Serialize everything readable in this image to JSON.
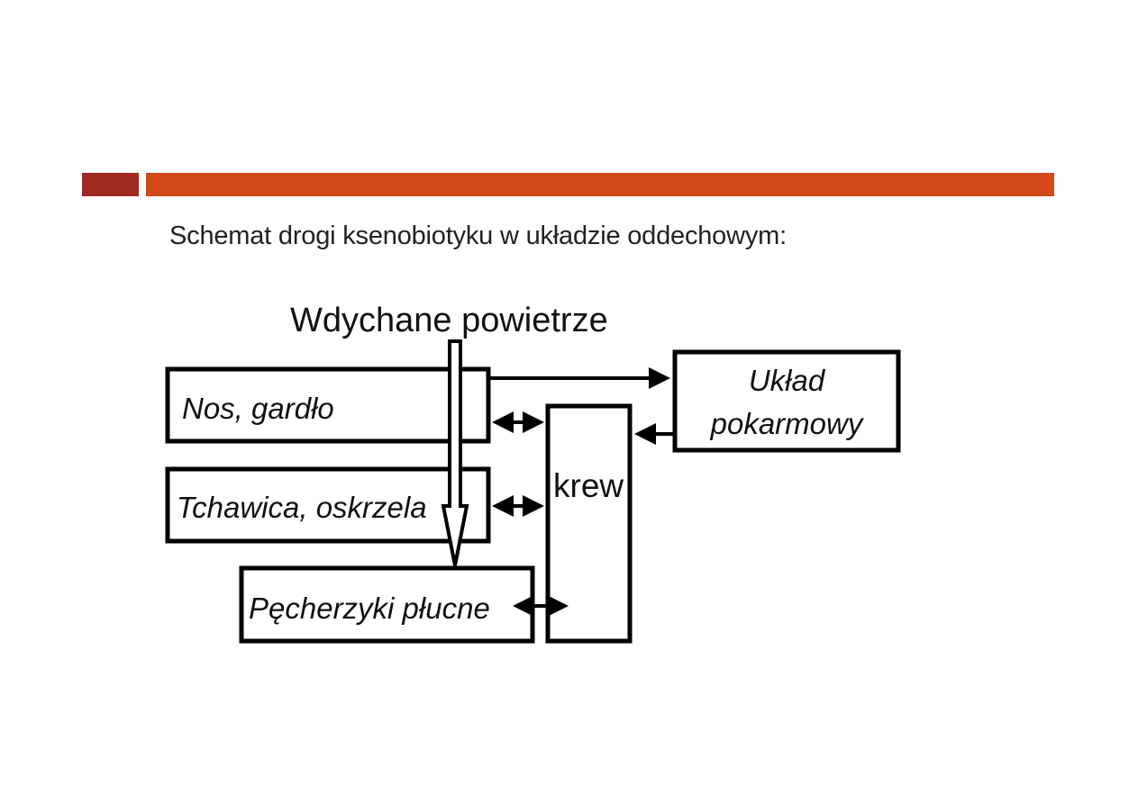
{
  "slide": {
    "title": "Schemat drogi ksenobiotyku w układzie oddechowym:",
    "accent_dark": "#9e2a21",
    "accent": "#d24a1a"
  },
  "diagram": {
    "input_label": "Wdychane powietrze",
    "nodes": {
      "nose": "Nos, gardło",
      "trachea": "Tchawica, oskrzela",
      "alveoli": "Pęcherzyki płucne",
      "blood": "krew",
      "digestive_line1": "Układ",
      "digestive_line2": "pokarmowy"
    }
  }
}
